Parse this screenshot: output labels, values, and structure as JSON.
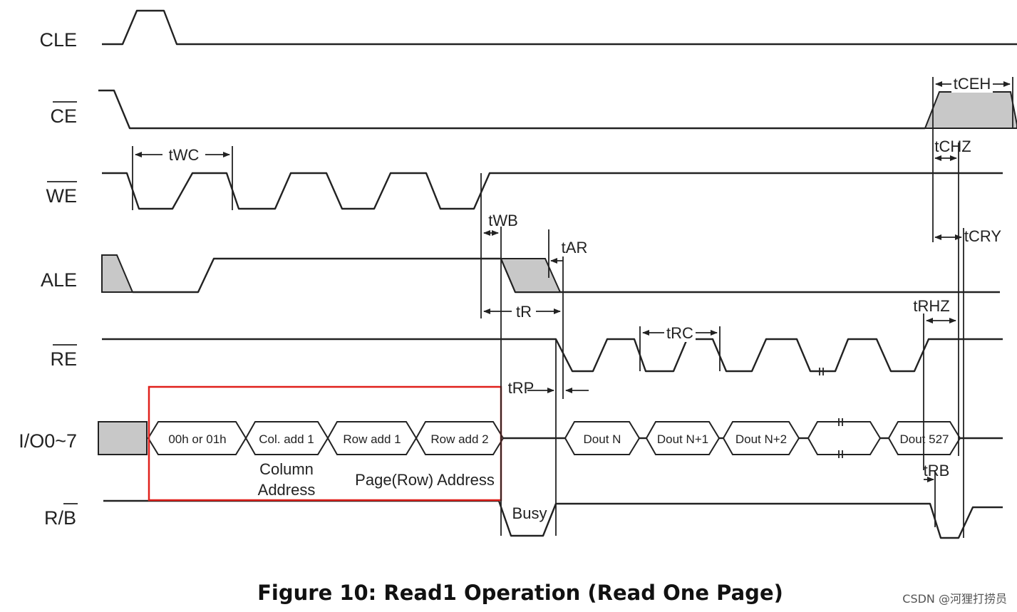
{
  "signals": {
    "cle": "CLE",
    "ce": "CE",
    "we": "WE",
    "ale": "ALE",
    "re": "RE",
    "io": "I/O0~7",
    "rb_r": "R/",
    "rb_b": "B"
  },
  "timings": {
    "twc": "tWC",
    "twb": "tWB",
    "tar": "tAR",
    "tr": "tR",
    "trc": "tRC",
    "trp": "tRP",
    "trhz": "tRHZ",
    "trb": "tRB",
    "tceh": "tCEH",
    "tchz": "tCHZ",
    "tcry": "tCRY"
  },
  "bus_cells": {
    "cmd": "00h or 01h",
    "col": "Col. add 1",
    "row1": "Row add 1",
    "row2": "Row add 2",
    "doutn": "Dout N",
    "doutn1": "Dout N+1",
    "doutn2": "Dout N+2",
    "dout527": "Dout 527"
  },
  "notes": {
    "column_address_1": "Column",
    "column_address_2": "Address",
    "page_address": "Page(Row) Address",
    "busy": "Busy"
  },
  "highlight_color": "#e0201b",
  "caption": "Figure 10: Read1 Operation (Read One Page)",
  "watermark": "CSDN @河狸打捞员"
}
